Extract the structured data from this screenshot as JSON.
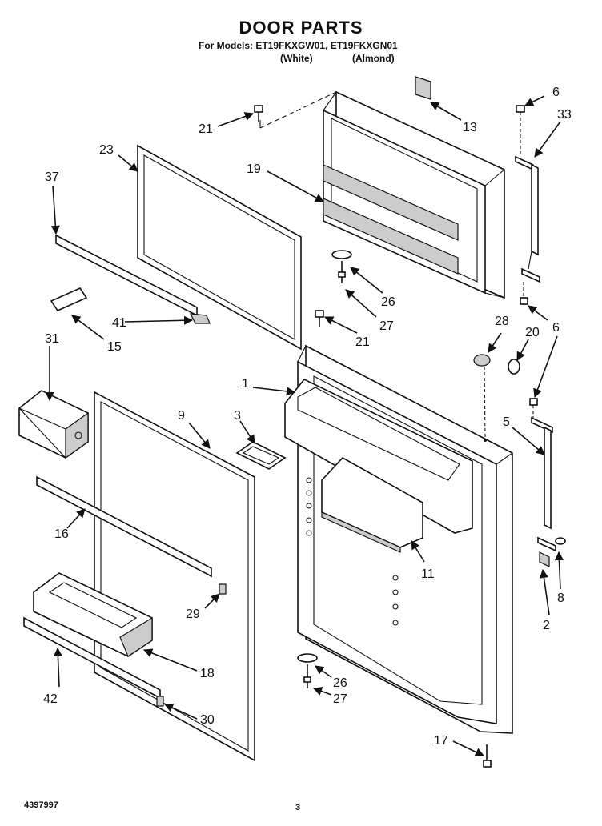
{
  "header": {
    "title": "DOOR PARTS",
    "models_line": "For Models: ET19FKXGW01, ET19FKXGN01",
    "variant_white": "(White)",
    "variant_almond": "(Almond)"
  },
  "footer": {
    "doc_number": "4397997",
    "page_number": "3"
  },
  "callouts": {
    "c1": "1",
    "c2": "2",
    "c3": "3",
    "c5": "5",
    "c6a": "6",
    "c6b": "6",
    "c8": "8",
    "c9": "9",
    "c11": "11",
    "c13": "13",
    "c15": "15",
    "c16": "16",
    "c17": "17",
    "c18": "18",
    "c19": "19",
    "c20": "20",
    "c21a": "21",
    "c21b": "21",
    "c23": "23",
    "c26a": "26",
    "c26b": "26",
    "c27a": "27",
    "c27b": "27",
    "c28": "28",
    "c29": "29",
    "c30": "30",
    "c31": "31",
    "c33": "33",
    "c37": "37",
    "c41": "41",
    "c42": "42"
  }
}
